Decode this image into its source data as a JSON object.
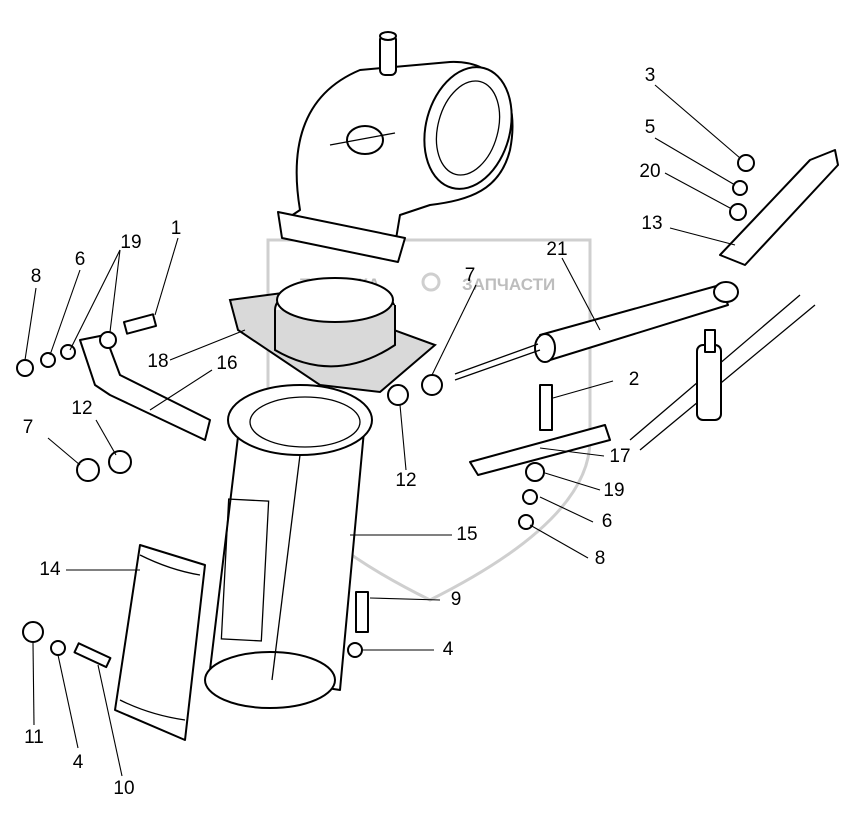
{
  "watermark": {
    "left_text": "ТЕХНИКА",
    "right_text": "ЗАПЧАСТИ"
  },
  "callouts": [
    {
      "id": "c1",
      "text": "1"
    },
    {
      "id": "c2",
      "text": "2"
    },
    {
      "id": "c3",
      "text": "3"
    },
    {
      "id": "c4a",
      "text": "4"
    },
    {
      "id": "c4b",
      "text": "4"
    },
    {
      "id": "c5",
      "text": "5"
    },
    {
      "id": "c6a",
      "text": "6"
    },
    {
      "id": "c6b",
      "text": "6"
    },
    {
      "id": "c7a",
      "text": "7"
    },
    {
      "id": "c7b",
      "text": "7"
    },
    {
      "id": "c8a",
      "text": "8"
    },
    {
      "id": "c8b",
      "text": "8"
    },
    {
      "id": "c9",
      "text": "9"
    },
    {
      "id": "c10",
      "text": "10"
    },
    {
      "id": "c11",
      "text": "11"
    },
    {
      "id": "c12a",
      "text": "12"
    },
    {
      "id": "c12b",
      "text": "12"
    },
    {
      "id": "c13",
      "text": "13"
    },
    {
      "id": "c14",
      "text": "14"
    },
    {
      "id": "c15",
      "text": "15"
    },
    {
      "id": "c16",
      "text": "16"
    },
    {
      "id": "c17",
      "text": "17"
    },
    {
      "id": "c18",
      "text": "18"
    },
    {
      "id": "c19a",
      "text": "19"
    },
    {
      "id": "c19b",
      "text": "19"
    },
    {
      "id": "c20",
      "text": "20"
    },
    {
      "id": "c21",
      "text": "21"
    }
  ]
}
